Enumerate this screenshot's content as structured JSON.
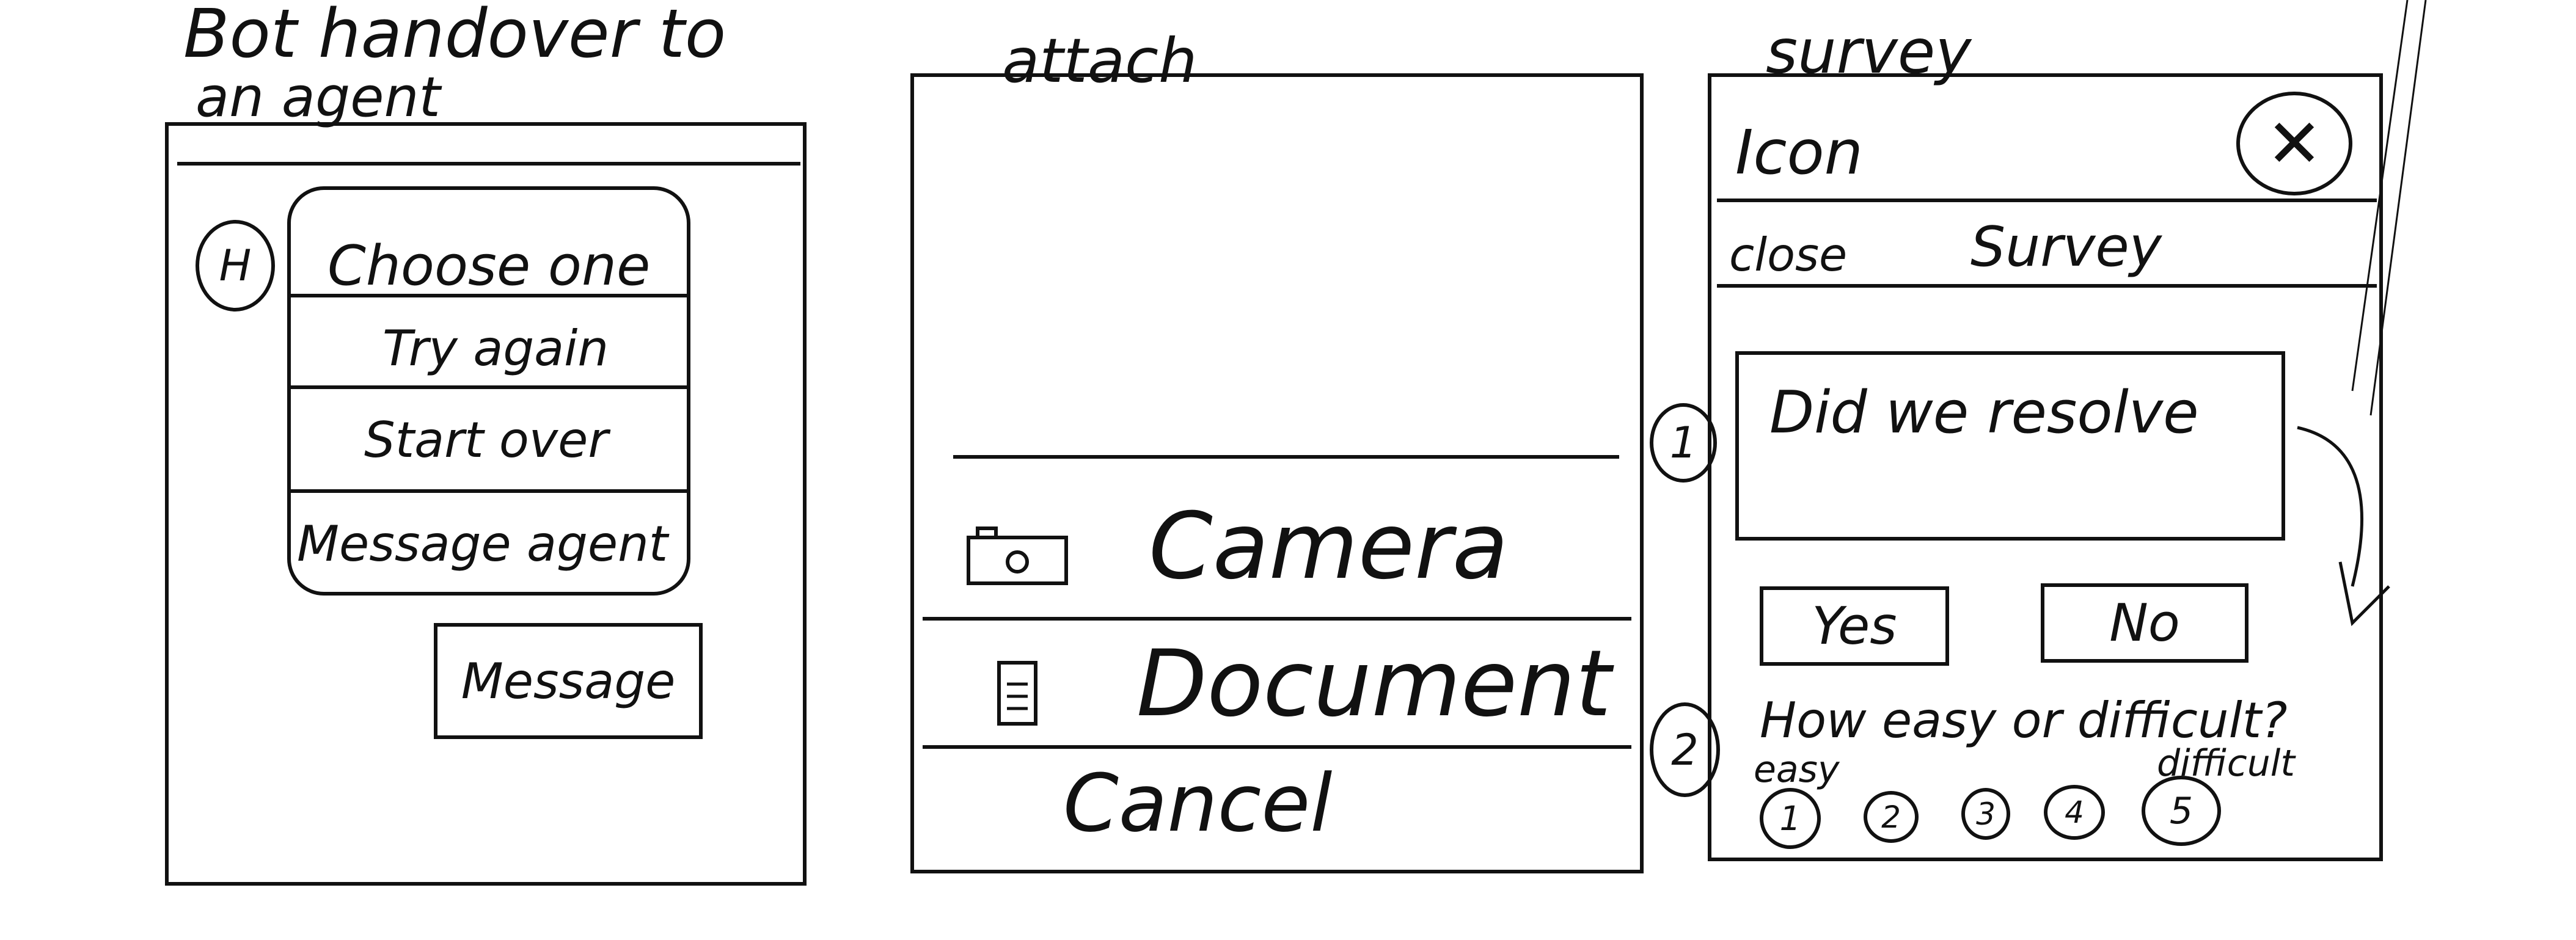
{
  "screens": {
    "handover": {
      "title_line1": "Bot handover to",
      "title_line2": "an agent",
      "avatar_letter": "H",
      "menu_items": [
        "Choose one",
        "Try again",
        "Start over",
        "Message agent"
      ],
      "message_button": "Message"
    },
    "attach": {
      "title": "attach",
      "options": [
        {
          "label": "Camera",
          "icon": "camera-icon"
        },
        {
          "label": "Document",
          "icon": "document-icon"
        },
        {
          "label": "Cancel"
        }
      ]
    },
    "survey": {
      "title": "survey",
      "header_label": "Icon",
      "close_icon": "close-icon",
      "close_label": "close",
      "close_target": "Survey",
      "question1_marker": "1",
      "question1": "Did we resolve",
      "yes": "Yes",
      "no": "No",
      "question2_marker": "2",
      "question2": "How easy or difficult?",
      "scale_low": "easy",
      "scale_high": "difficult",
      "scale": [
        "1",
        "2",
        "3",
        "4",
        "5"
      ]
    }
  },
  "colors": {
    "ink": "#111111",
    "paper": "#ffffff"
  }
}
